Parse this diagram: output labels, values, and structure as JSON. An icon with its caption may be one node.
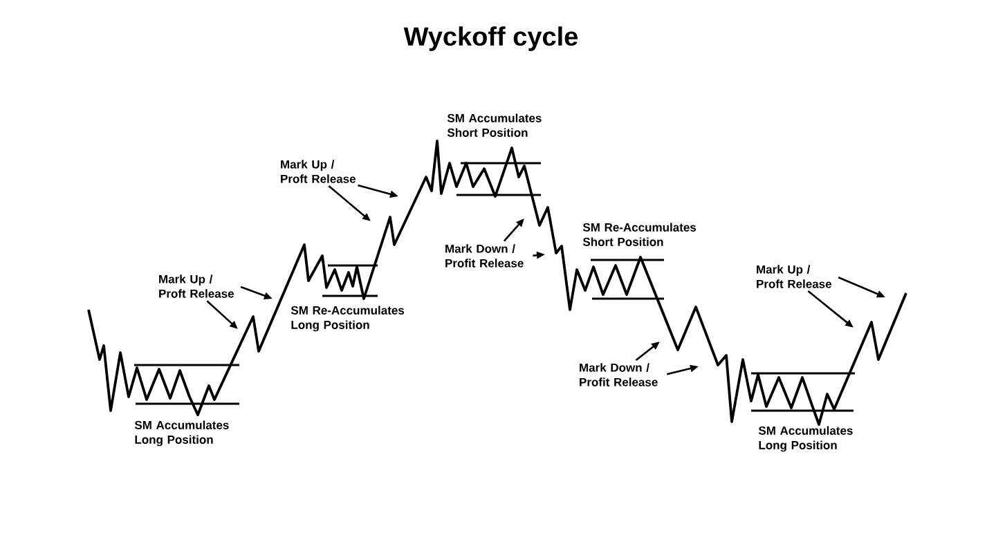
{
  "diagram": {
    "title": "Wyckoff cycle",
    "nodes": [
      {
        "text": [
          "Mark Up / Proft Release"
        ]
      },
      {
        "text": [
          "Mark Up / Proft Release"
        ]
      },
      {
        "text": [
          "Mark Down / Profit Release"
        ]
      },
      {
        "text": [
          "Mark Down / Profit Release"
        ]
      },
      {
        "text": [
          "Mark Up / Proft Release"
        ]
      }
    ],
    "edges": [
      {
        "from": 0,
        "to": null,
        "arrow": "to"
      },
      {
        "from": 0,
        "to": null,
        "arrow": "to"
      },
      {
        "from": 1,
        "to": null,
        "arrow": "to"
      },
      {
        "from": 1,
        "to": null,
        "arrow": "to"
      },
      {
        "from": 2,
        "to": null,
        "arrow": "to"
      },
      {
        "from": 2,
        "to": null,
        "arrow": "to"
      },
      {
        "from": 3,
        "to": null,
        "arrow": "to"
      },
      {
        "from": 3,
        "to": null,
        "arrow": "to"
      },
      {
        "from": 4,
        "to": null,
        "arrow": "to"
      },
      {
        "from": 4,
        "to": null,
        "arrow": "to"
      }
    ],
    "labels": [
      "SM Accumulates Long Position",
      "SM Re-Accumulates Long Position",
      "SM Accumulates Short Position",
      "SM Re-Accumulates Short Position",
      "SM Accumulates Long Position"
    ]
  }
}
